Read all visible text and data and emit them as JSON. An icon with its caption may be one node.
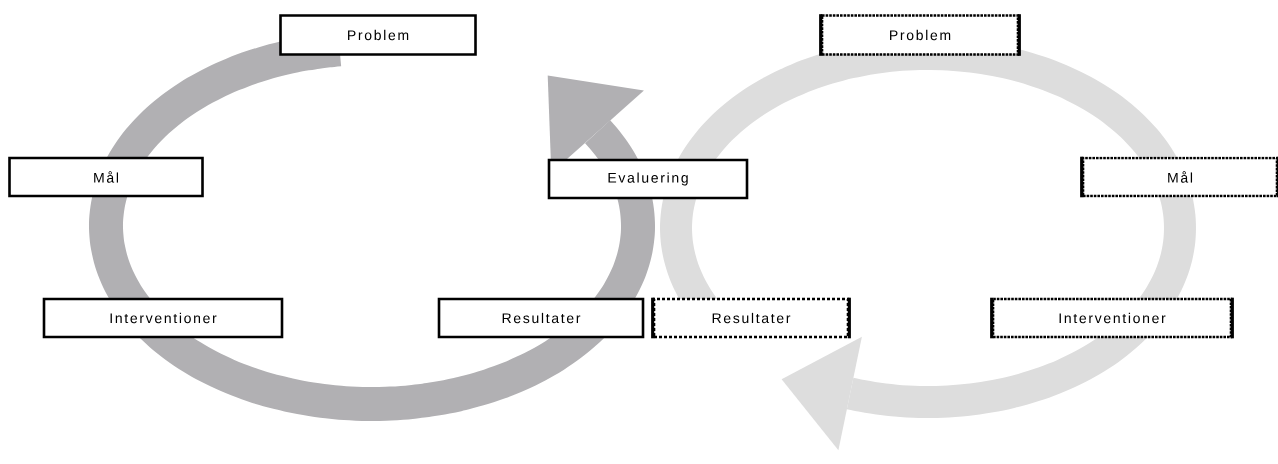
{
  "diagram": {
    "nodes": [
      {
        "text": [
          "Problem"
        ]
      },
      {
        "text": [
          "Mål"
        ]
      },
      {
        "text": [
          "Evaluering"
        ]
      },
      {
        "text": [
          "Interventioner"
        ]
      },
      {
        "text": [
          "Resultater"
        ]
      },
      {
        "text": [
          "Problem"
        ]
      },
      {
        "text": [
          "Mål"
        ]
      },
      {
        "text": [
          "Resultater"
        ]
      },
      {
        "text": [
          "Interventioner"
        ]
      }
    ]
  }
}
